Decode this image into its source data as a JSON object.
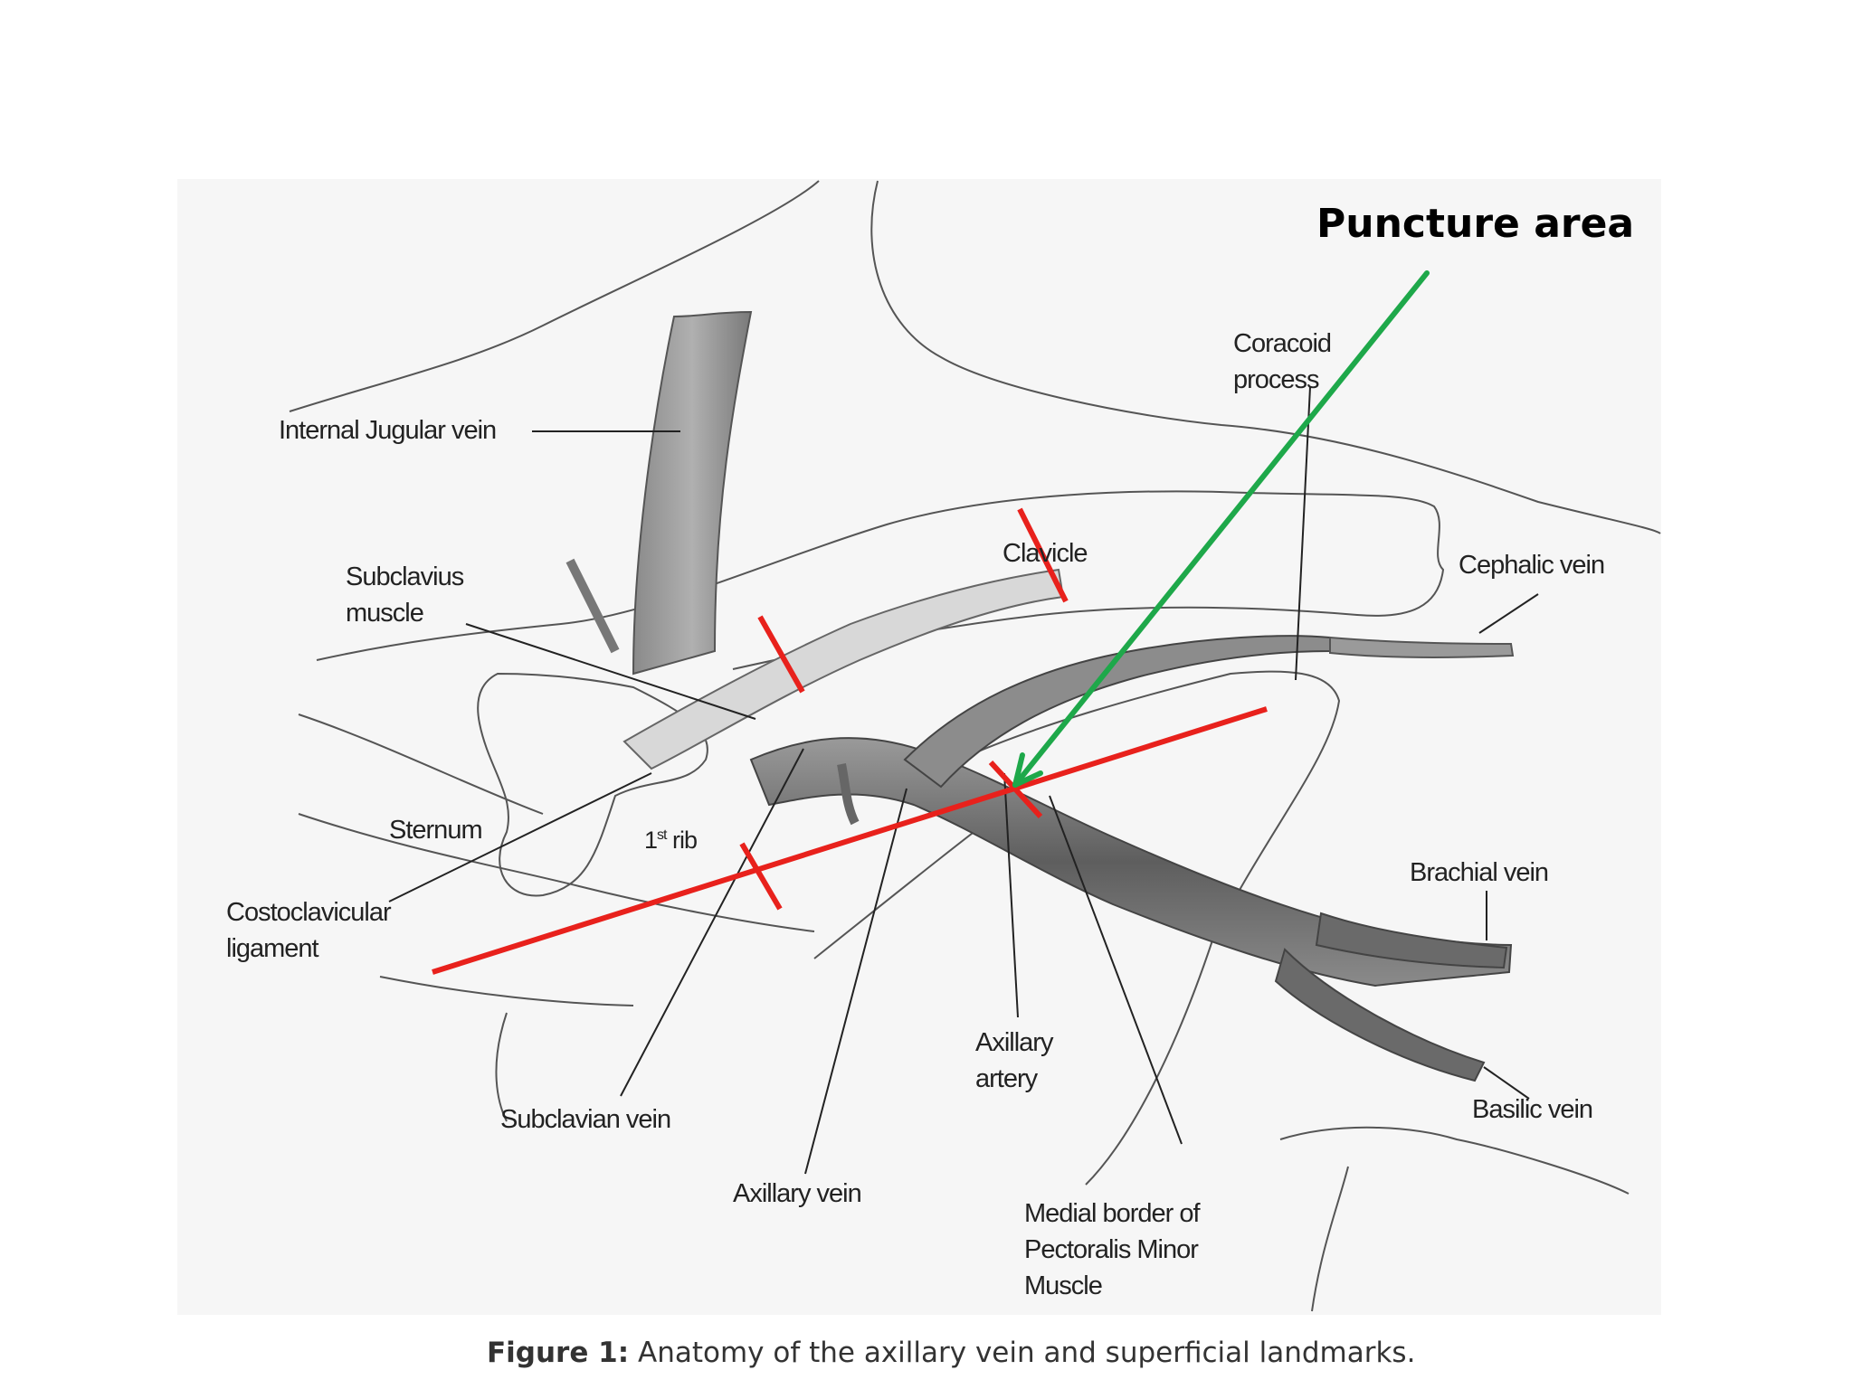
{
  "title": "Puncture area",
  "caption": {
    "label": "Figure 1:",
    "text": "Anatomy of the axillary vein and superficial landmarks."
  },
  "labels": {
    "internal_jugular": "Internal Jugular vein",
    "coracoid_line1": "Coracoid",
    "coracoid_line2": "process",
    "subclavius_line1": "Subclavius",
    "subclavius_line2": "muscle",
    "clavicle": "Clavicle",
    "cephalic": "Cephalic vein",
    "sternum": "Sternum",
    "first_rib_prefix": "1",
    "first_rib_sup": "st",
    "first_rib_suffix": " rib",
    "costoclavicular_line1": "Costoclavicular",
    "costoclavicular_line2": "ligament",
    "brachial": "Brachial vein",
    "axillary_artery_line1": "Axillary",
    "axillary_artery_line2": "artery",
    "basilic": "Basilic vein",
    "subclavian": "Subclavian vein",
    "axillary_vein": "Axillary vein",
    "pectoralis_line1": "Medial border of",
    "pectoralis_line2": "Pectoralis Minor",
    "pectoralis_line3": "Muscle"
  },
  "colors": {
    "marker_red": "#e8211c",
    "arrow_green": "#1ea84a",
    "sketch": "#555555",
    "vessel": "#777777"
  }
}
